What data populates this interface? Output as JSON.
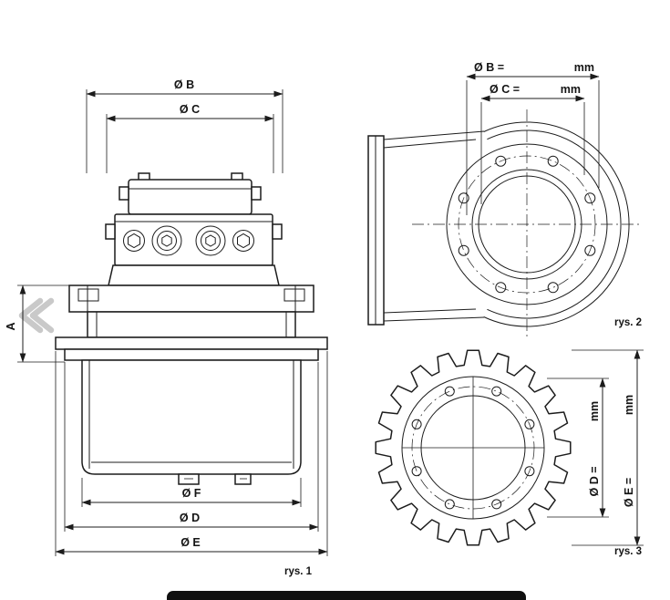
{
  "page": {
    "type": "technical-drawing",
    "colors": {
      "line": "#1c1c1c",
      "background": "#ffffff",
      "watermark": "#c9c9c9",
      "bottom_bar": "#101010"
    }
  },
  "labels": {
    "front": {
      "b": "Ø B",
      "c": "Ø C",
      "a": "A",
      "f": "Ø F",
      "d": "Ø D",
      "e": "Ø E",
      "caption": "rys. 1"
    },
    "side": {
      "b": "Ø B =",
      "b_unit": "mm",
      "c": "Ø C =",
      "c_unit": "mm",
      "caption": "rys. 2"
    },
    "sprocket": {
      "d": "Ø D =",
      "d_unit": "mm",
      "e": "Ø E =",
      "e_unit": "mm",
      "caption": "rys. 3"
    }
  }
}
